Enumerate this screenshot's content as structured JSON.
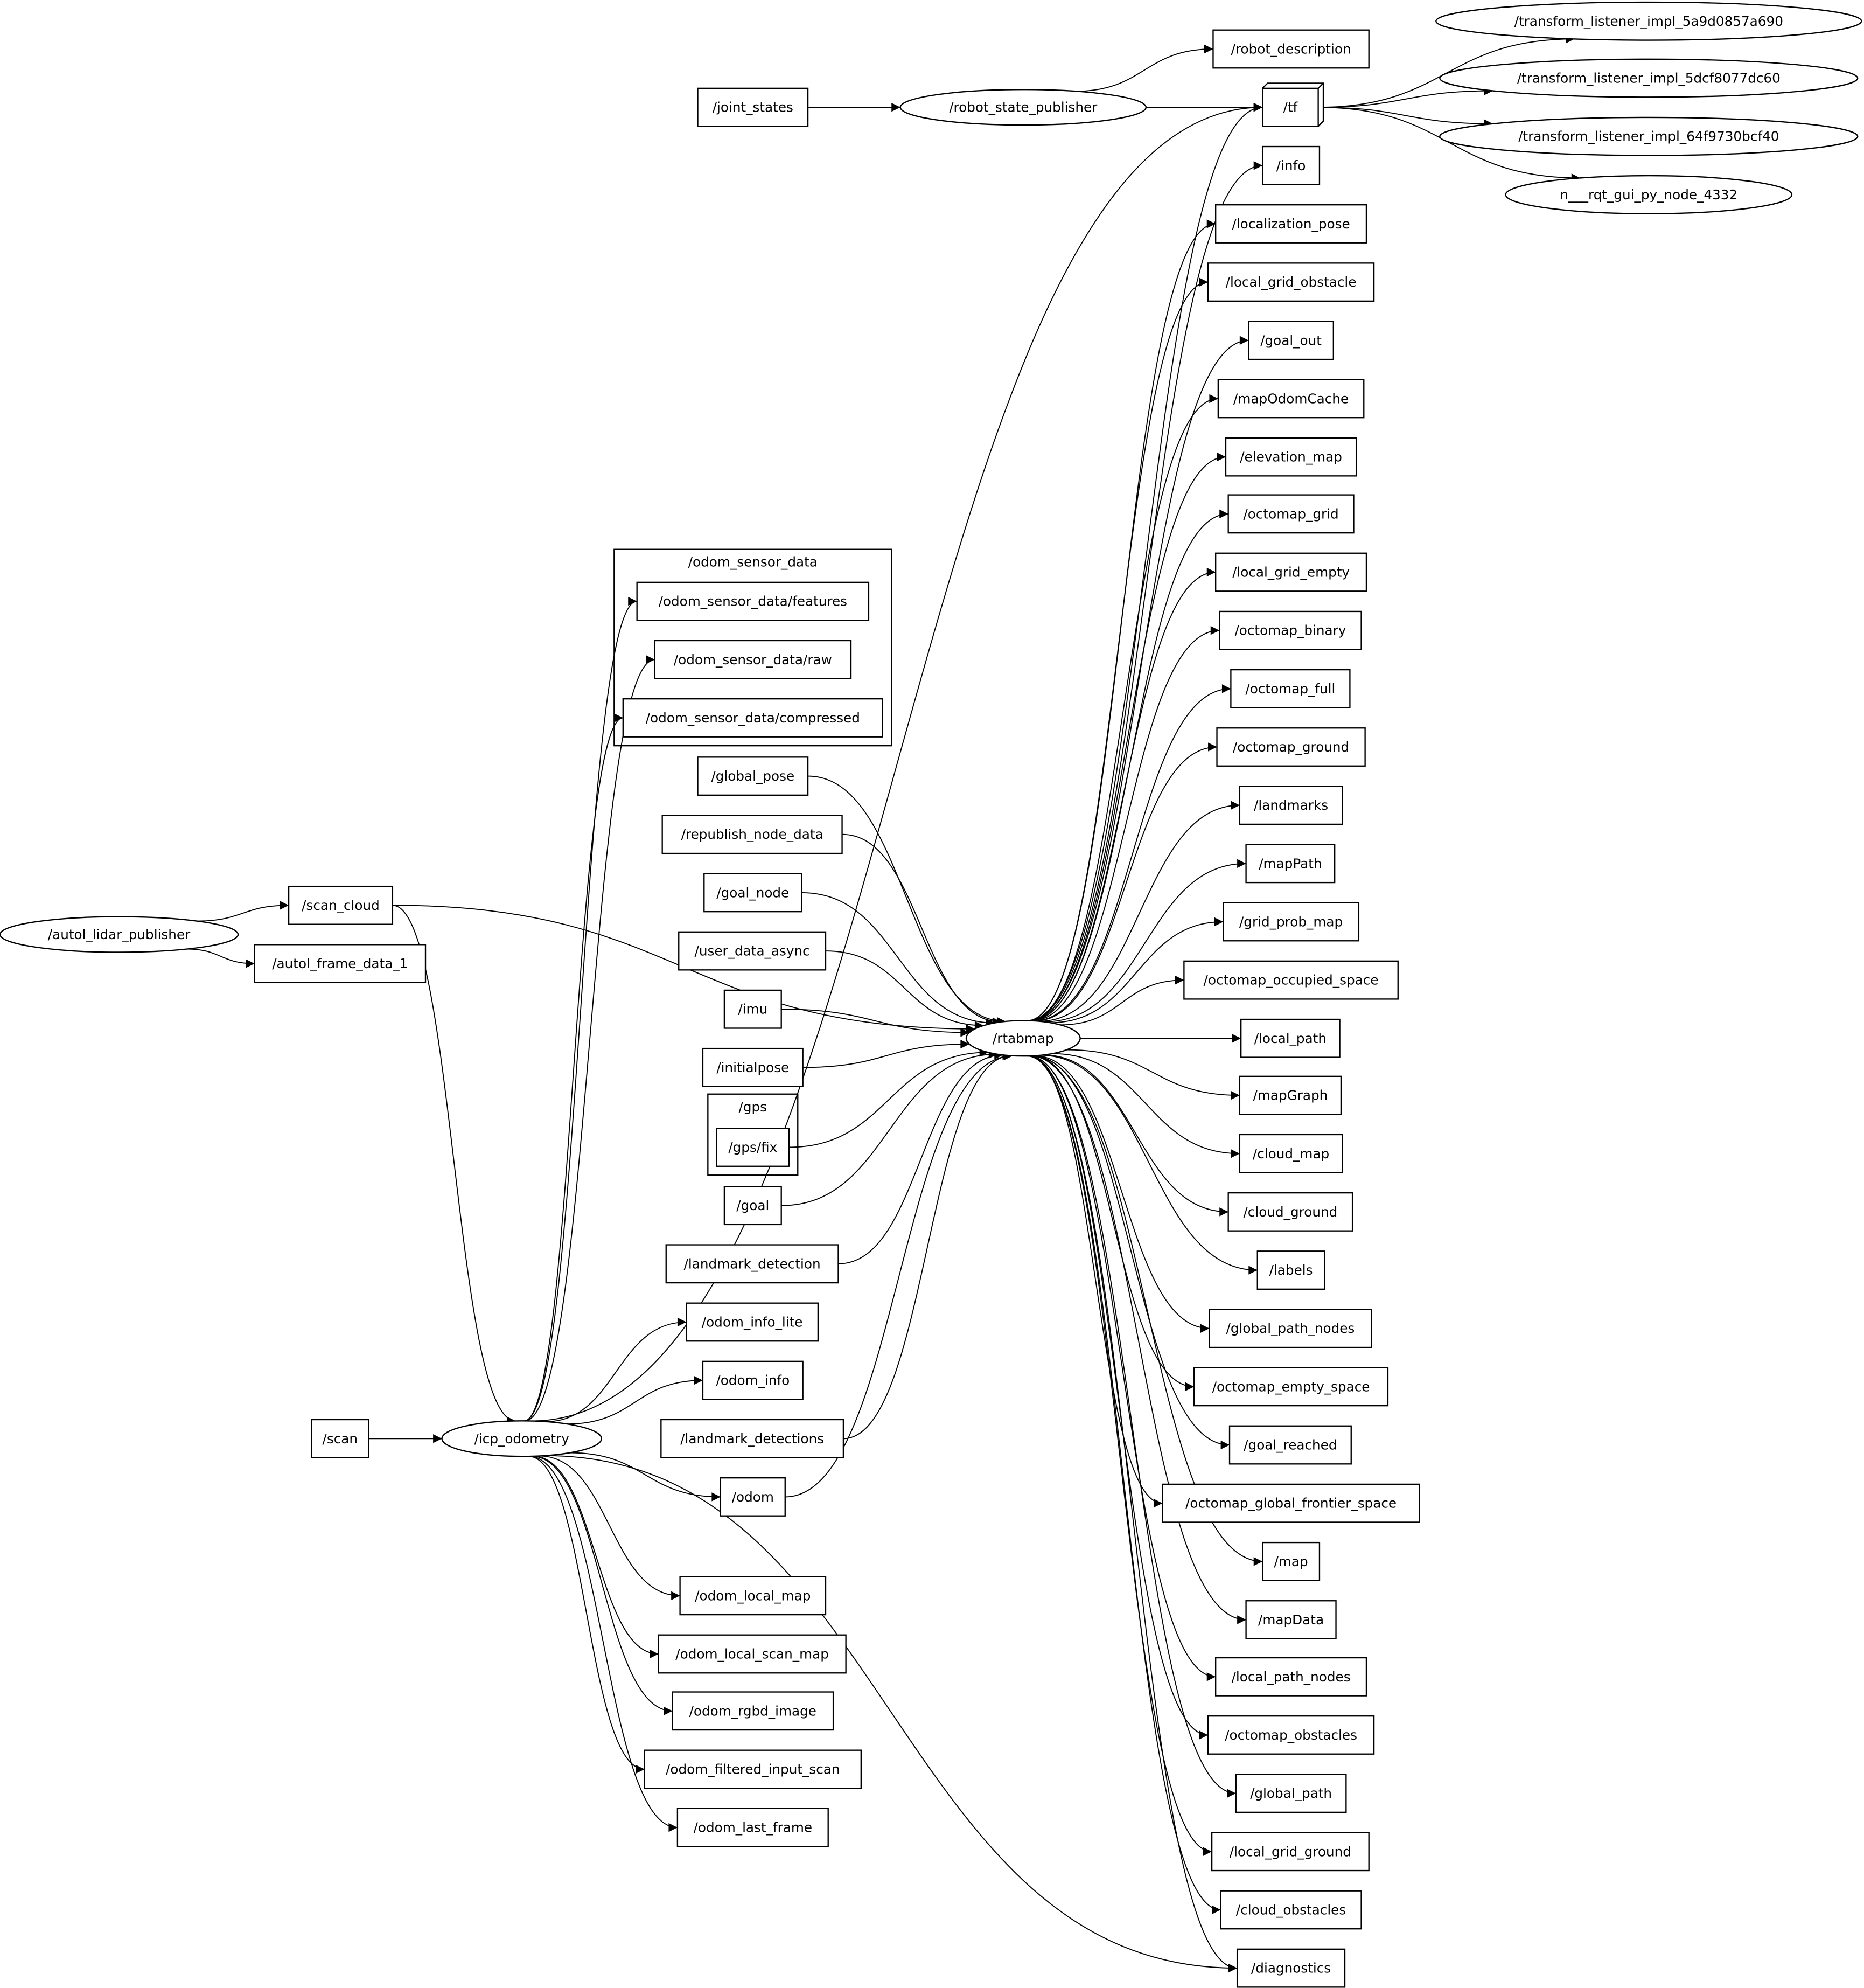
{
  "clusters": [
    {
      "id": "odom_sensor_data",
      "label": "/odom_sensor_data"
    },
    {
      "id": "gps",
      "label": "/gps"
    }
  ],
  "nodes": [
    {
      "id": "autol_lidar_publisher",
      "label": "/autol_lidar_publisher",
      "kind": "node"
    },
    {
      "id": "robot_state_publisher",
      "label": "/robot_state_publisher",
      "kind": "node"
    },
    {
      "id": "icp_odometry",
      "label": "/icp_odometry",
      "kind": "node"
    },
    {
      "id": "rtabmap",
      "label": "/rtabmap",
      "kind": "node"
    },
    {
      "id": "tl1",
      "label": "/transform_listener_impl_5a9d0857a690",
      "kind": "node"
    },
    {
      "id": "tl2",
      "label": "/transform_listener_impl_5dcf8077dc60",
      "kind": "node"
    },
    {
      "id": "tl3",
      "label": "/transform_listener_impl_64f9730bcf40",
      "kind": "node"
    },
    {
      "id": "rqt",
      "label": "n___rqt_gui_py_node_4332",
      "kind": "node"
    },
    {
      "id": "joint_states",
      "label": "/joint_states",
      "kind": "topic"
    },
    {
      "id": "robot_description",
      "label": "/robot_description",
      "kind": "topic"
    },
    {
      "id": "tf",
      "label": "/tf",
      "kind": "topic"
    },
    {
      "id": "info",
      "label": "/info",
      "kind": "topic"
    },
    {
      "id": "localization_pose",
      "label": "/localization_pose",
      "kind": "topic"
    },
    {
      "id": "local_grid_obstacle",
      "label": "/local_grid_obstacle",
      "kind": "topic"
    },
    {
      "id": "goal_out",
      "label": "/goal_out",
      "kind": "topic"
    },
    {
      "id": "mapOdomCache",
      "label": "/mapOdomCache",
      "kind": "topic"
    },
    {
      "id": "elevation_map",
      "label": "/elevation_map",
      "kind": "topic"
    },
    {
      "id": "octomap_grid",
      "label": "/octomap_grid",
      "kind": "topic"
    },
    {
      "id": "local_grid_empty",
      "label": "/local_grid_empty",
      "kind": "topic"
    },
    {
      "id": "octomap_binary",
      "label": "/octomap_binary",
      "kind": "topic"
    },
    {
      "id": "octomap_full",
      "label": "/octomap_full",
      "kind": "topic"
    },
    {
      "id": "octomap_ground",
      "label": "/octomap_ground",
      "kind": "topic"
    },
    {
      "id": "landmarks",
      "label": "/landmarks",
      "kind": "topic"
    },
    {
      "id": "mapPath",
      "label": "/mapPath",
      "kind": "topic"
    },
    {
      "id": "grid_prob_map",
      "label": "/grid_prob_map",
      "kind": "topic"
    },
    {
      "id": "octomap_occupied_space",
      "label": "/octomap_occupied_space",
      "kind": "topic"
    },
    {
      "id": "local_path",
      "label": "/local_path",
      "kind": "topic"
    },
    {
      "id": "mapGraph",
      "label": "/mapGraph",
      "kind": "topic"
    },
    {
      "id": "cloud_map",
      "label": "/cloud_map",
      "kind": "topic"
    },
    {
      "id": "cloud_ground",
      "label": "/cloud_ground",
      "kind": "topic"
    },
    {
      "id": "labels",
      "label": "/labels",
      "kind": "topic"
    },
    {
      "id": "global_path_nodes",
      "label": "/global_path_nodes",
      "kind": "topic"
    },
    {
      "id": "octomap_empty_space",
      "label": "/octomap_empty_space",
      "kind": "topic"
    },
    {
      "id": "goal_reached",
      "label": "/goal_reached",
      "kind": "topic"
    },
    {
      "id": "octomap_global_frontier_space",
      "label": "/octomap_global_frontier_space",
      "kind": "topic"
    },
    {
      "id": "map",
      "label": "/map",
      "kind": "topic"
    },
    {
      "id": "mapData",
      "label": "/mapData",
      "kind": "topic"
    },
    {
      "id": "local_path_nodes",
      "label": "/local_path_nodes",
      "kind": "topic"
    },
    {
      "id": "octomap_obstacles",
      "label": "/octomap_obstacles",
      "kind": "topic"
    },
    {
      "id": "global_path",
      "label": "/global_path",
      "kind": "topic"
    },
    {
      "id": "local_grid_ground",
      "label": "/local_grid_ground",
      "kind": "topic"
    },
    {
      "id": "cloud_obstacles",
      "label": "/cloud_obstacles",
      "kind": "topic"
    },
    {
      "id": "diagnostics",
      "label": "/diagnostics",
      "kind": "topic"
    },
    {
      "id": "scan_cloud",
      "label": "/scan_cloud",
      "kind": "topic"
    },
    {
      "id": "autol_frame_data_1",
      "label": "/autol_frame_data_1",
      "kind": "topic"
    },
    {
      "id": "scan",
      "label": "/scan",
      "kind": "topic"
    },
    {
      "id": "features",
      "label": "/odom_sensor_data/features",
      "kind": "topic"
    },
    {
      "id": "raw",
      "label": "/odom_sensor_data/raw",
      "kind": "topic"
    },
    {
      "id": "compressed",
      "label": "/odom_sensor_data/compressed",
      "kind": "topic"
    },
    {
      "id": "global_pose",
      "label": "/global_pose",
      "kind": "topic"
    },
    {
      "id": "republish_node_data",
      "label": "/republish_node_data",
      "kind": "topic"
    },
    {
      "id": "goal_node",
      "label": "/goal_node",
      "kind": "topic"
    },
    {
      "id": "user_data_async",
      "label": "/user_data_async",
      "kind": "topic"
    },
    {
      "id": "imu",
      "label": "/imu",
      "kind": "topic"
    },
    {
      "id": "initialpose",
      "label": "/initialpose",
      "kind": "topic"
    },
    {
      "id": "gps_fix",
      "label": "/gps/fix",
      "kind": "topic"
    },
    {
      "id": "goal",
      "label": "/goal",
      "kind": "topic"
    },
    {
      "id": "landmark_detection",
      "label": "/landmark_detection",
      "kind": "topic"
    },
    {
      "id": "odom_info_lite",
      "label": "/odom_info_lite",
      "kind": "topic"
    },
    {
      "id": "odom_info",
      "label": "/odom_info",
      "kind": "topic"
    },
    {
      "id": "landmark_detections",
      "label": "/landmark_detections",
      "kind": "topic"
    },
    {
      "id": "odom",
      "label": "/odom",
      "kind": "topic"
    },
    {
      "id": "odom_local_map",
      "label": "/odom_local_map",
      "kind": "topic"
    },
    {
      "id": "odom_local_scan_map",
      "label": "/odom_local_scan_map",
      "kind": "topic"
    },
    {
      "id": "odom_rgbd_image",
      "label": "/odom_rgbd_image",
      "kind": "topic"
    },
    {
      "id": "odom_filtered_input_scan",
      "label": "/odom_filtered_input_scan",
      "kind": "topic"
    },
    {
      "id": "odom_last_frame",
      "label": "/odom_last_frame",
      "kind": "topic"
    }
  ],
  "edges": [
    [
      "joint_states",
      "robot_state_publisher"
    ],
    [
      "robot_state_publisher",
      "robot_description"
    ],
    [
      "robot_state_publisher",
      "tf"
    ],
    [
      "icp_odometry",
      "tf"
    ],
    [
      "rtabmap",
      "tf"
    ],
    [
      "tf",
      "tl1"
    ],
    [
      "tf",
      "tl2"
    ],
    [
      "tf",
      "tl3"
    ],
    [
      "tf",
      "rqt"
    ],
    [
      "autol_lidar_publisher",
      "scan_cloud"
    ],
    [
      "autol_lidar_publisher",
      "autol_frame_data_1"
    ],
    [
      "scan_cloud",
      "icp_odometry"
    ],
    [
      "scan_cloud",
      "rtabmap"
    ],
    [
      "scan",
      "icp_odometry"
    ],
    [
      "icp_odometry",
      "features"
    ],
    [
      "icp_odometry",
      "raw"
    ],
    [
      "icp_odometry",
      "compressed"
    ],
    [
      "icp_odometry",
      "odom_info_lite"
    ],
    [
      "icp_odometry",
      "odom_info"
    ],
    [
      "icp_odometry",
      "odom"
    ],
    [
      "icp_odometry",
      "odom_local_map"
    ],
    [
      "icp_odometry",
      "odom_local_scan_map"
    ],
    [
      "icp_odometry",
      "odom_rgbd_image"
    ],
    [
      "icp_odometry",
      "odom_filtered_input_scan"
    ],
    [
      "icp_odometry",
      "odom_last_frame"
    ],
    [
      "icp_odometry",
      "diagnostics"
    ],
    [
      "global_pose",
      "rtabmap"
    ],
    [
      "republish_node_data",
      "rtabmap"
    ],
    [
      "goal_node",
      "rtabmap"
    ],
    [
      "user_data_async",
      "rtabmap"
    ],
    [
      "imu",
      "rtabmap"
    ],
    [
      "initialpose",
      "rtabmap"
    ],
    [
      "gps_fix",
      "rtabmap"
    ],
    [
      "goal",
      "rtabmap"
    ],
    [
      "landmark_detection",
      "rtabmap"
    ],
    [
      "landmark_detections",
      "rtabmap"
    ],
    [
      "odom",
      "rtabmap"
    ],
    [
      "rtabmap",
      "info"
    ],
    [
      "rtabmap",
      "localization_pose"
    ],
    [
      "rtabmap",
      "local_grid_obstacle"
    ],
    [
      "rtabmap",
      "goal_out"
    ],
    [
      "rtabmap",
      "mapOdomCache"
    ],
    [
      "rtabmap",
      "elevation_map"
    ],
    [
      "rtabmap",
      "octomap_grid"
    ],
    [
      "rtabmap",
      "local_grid_empty"
    ],
    [
      "rtabmap",
      "octomap_binary"
    ],
    [
      "rtabmap",
      "octomap_full"
    ],
    [
      "rtabmap",
      "octomap_ground"
    ],
    [
      "rtabmap",
      "landmarks"
    ],
    [
      "rtabmap",
      "mapPath"
    ],
    [
      "rtabmap",
      "grid_prob_map"
    ],
    [
      "rtabmap",
      "octomap_occupied_space"
    ],
    [
      "rtabmap",
      "local_path"
    ],
    [
      "rtabmap",
      "mapGraph"
    ],
    [
      "rtabmap",
      "cloud_map"
    ],
    [
      "rtabmap",
      "cloud_ground"
    ],
    [
      "rtabmap",
      "labels"
    ],
    [
      "rtabmap",
      "global_path_nodes"
    ],
    [
      "rtabmap",
      "octomap_empty_space"
    ],
    [
      "rtabmap",
      "goal_reached"
    ],
    [
      "rtabmap",
      "octomap_global_frontier_space"
    ],
    [
      "rtabmap",
      "map"
    ],
    [
      "rtabmap",
      "mapData"
    ],
    [
      "rtabmap",
      "local_path_nodes"
    ],
    [
      "rtabmap",
      "octomap_obstacles"
    ],
    [
      "rtabmap",
      "global_path"
    ],
    [
      "rtabmap",
      "local_grid_ground"
    ],
    [
      "rtabmap",
      "cloud_obstacles"
    ],
    [
      "rtabmap",
      "diagnostics"
    ]
  ]
}
